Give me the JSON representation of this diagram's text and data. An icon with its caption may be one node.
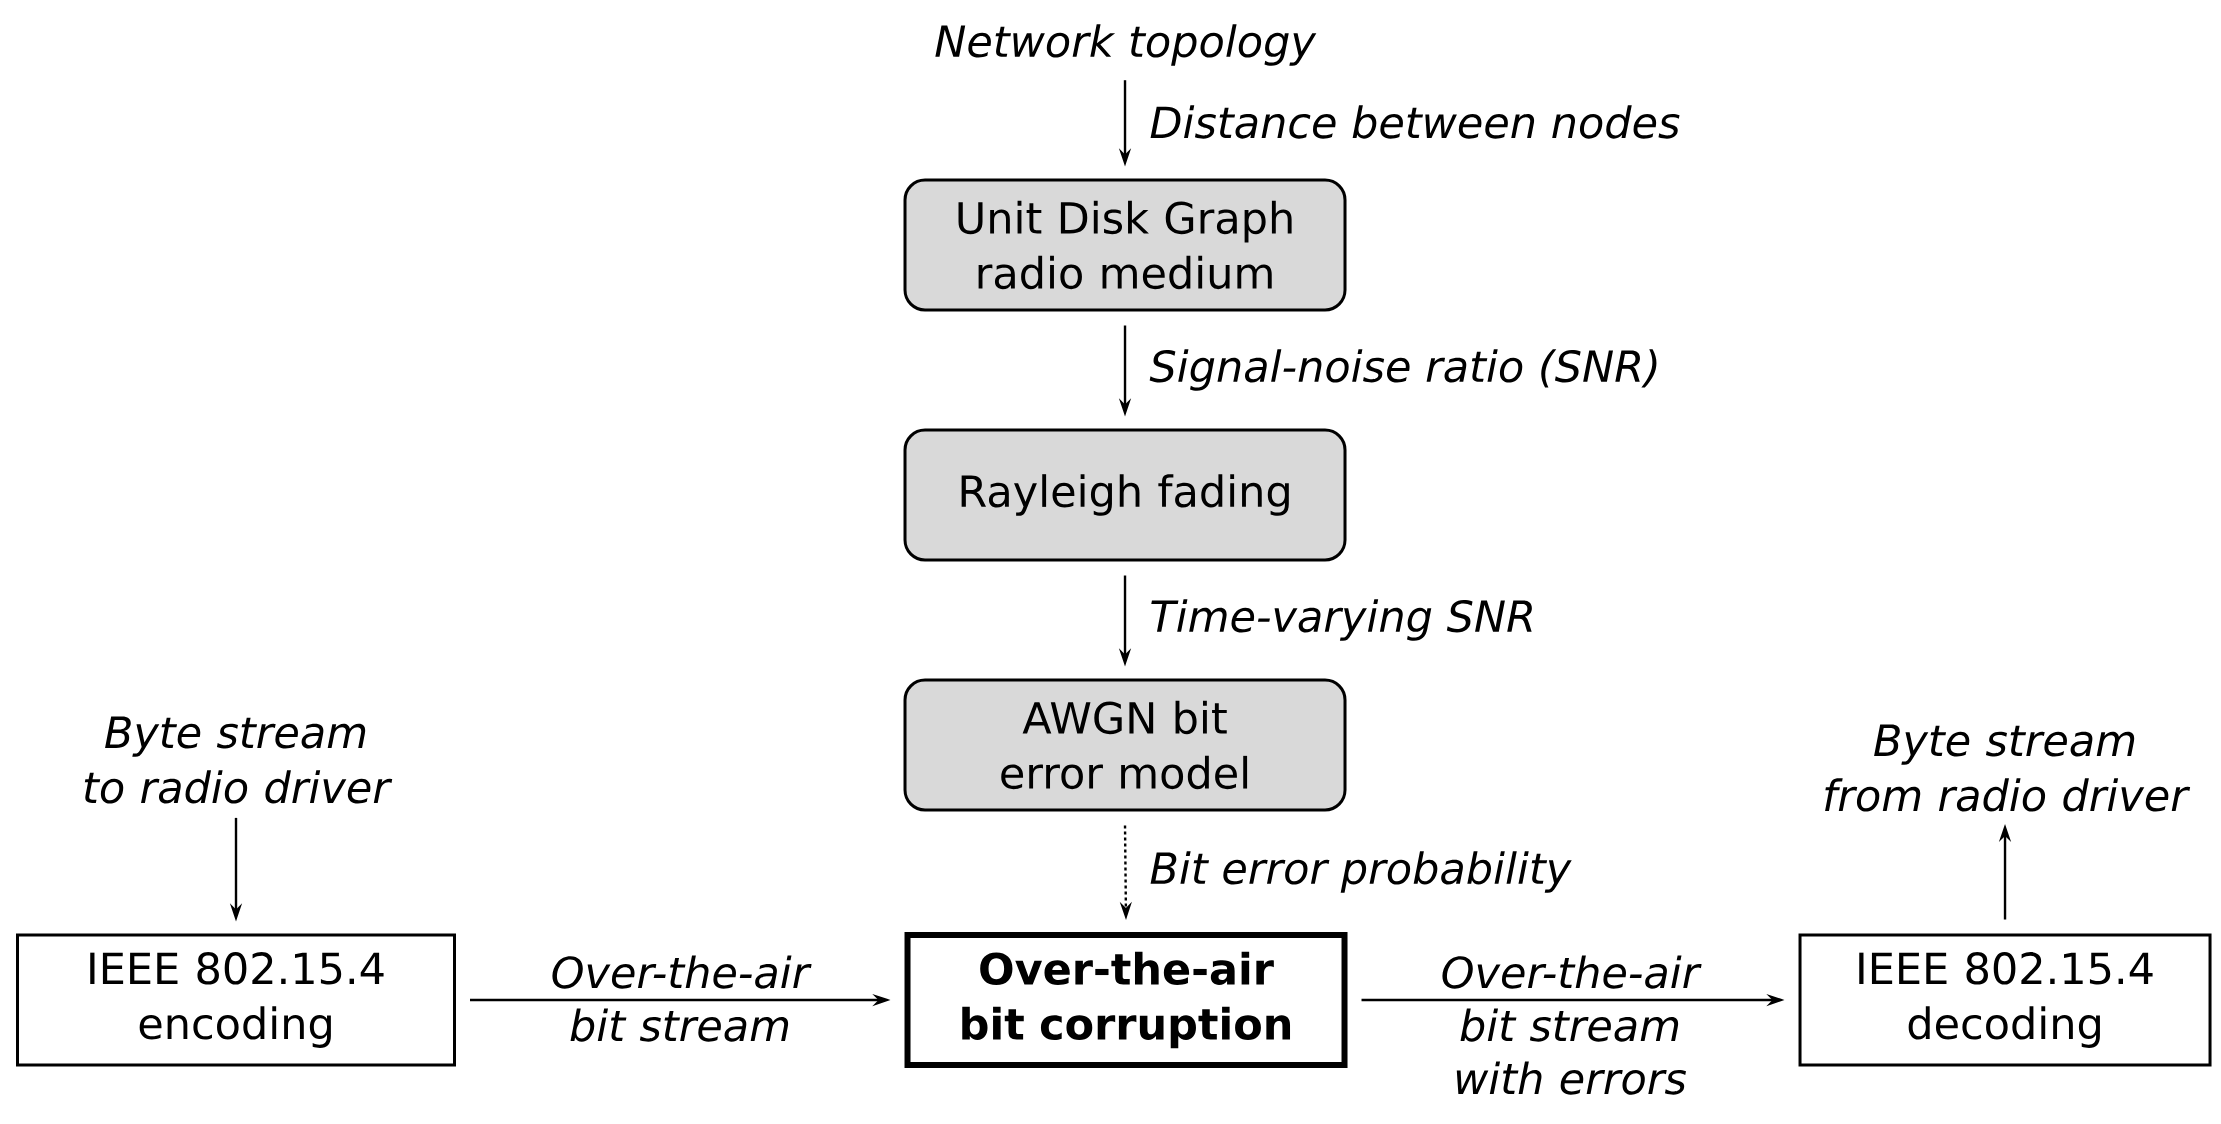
{
  "diagram": {
    "nodes": [
      {
        "text": [
          "Network topology"
        ]
      },
      {
        "text": [
          "Unit Disk Graph radio medium"
        ]
      },
      {
        "text": [
          "Rayleigh fading"
        ]
      },
      {
        "text": [
          "AWGN bit error model"
        ]
      },
      {
        "text": [
          "Byte stream to radio driver"
        ]
      },
      {
        "text": [
          "IEEE 802.15.4 encoding"
        ]
      },
      {
        "text": [
          "Over-the-air bit corruption"
        ]
      },
      {
        "text": [
          "IEEE 802.15.4 decoding"
        ]
      },
      {
        "text": [
          "Byte stream from radio driver"
        ]
      }
    ],
    "edges": [
      {
        "from": 0,
        "to": 1,
        "arrow": "to",
        "label": "Distance between nodes"
      },
      {
        "from": 1,
        "to": 2,
        "arrow": "to",
        "label": "Signal-noise ratio (SNR)"
      },
      {
        "from": 2,
        "to": 3,
        "arrow": "to",
        "label": "Time-varying SNR"
      },
      {
        "from": 3,
        "to": 6,
        "arrow": "to",
        "label": "Bit error probability",
        "style": "dashed"
      },
      {
        "from": 4,
        "to": 5,
        "arrow": "to"
      },
      {
        "from": 5,
        "to": 6,
        "arrow": "to",
        "label": "Over-the-air bit stream"
      },
      {
        "from": 6,
        "to": 7,
        "arrow": "to",
        "label": "Over-the-air bit stream with errors"
      },
      {
        "from": 7,
        "to": 8,
        "arrow": "to"
      }
    ]
  }
}
